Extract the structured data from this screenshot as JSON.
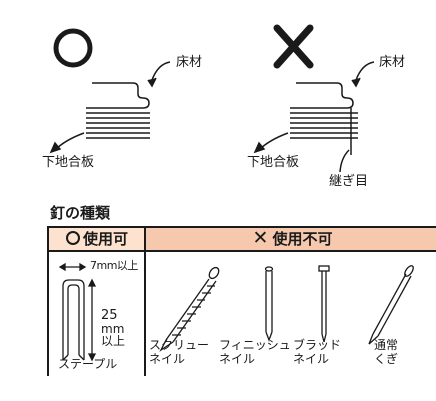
{
  "ok_diagram": {
    "mark": "circle",
    "floor_label": "床材",
    "subfloor_label": "下地合板"
  },
  "ng_diagram": {
    "mark": "cross",
    "floor_label": "床材",
    "subfloor_label": "下地合板",
    "seam_label": "継ぎ目"
  },
  "nail_section": {
    "title": "釘の種類",
    "ok_header": "使用可",
    "ng_header": "使用不可",
    "staple": {
      "crown_label": "7mm以上",
      "leg_value": "25",
      "leg_unit": "mm",
      "leg_suffix": "以上",
      "name": "ステープル"
    },
    "ng_nails": [
      {
        "line1": "スクリュー",
        "line2": "ネイル"
      },
      {
        "line1": "フィニッシュ",
        "line2": "ネイル"
      },
      {
        "line1": "ブラッド",
        "line2": "ネイル"
      },
      {
        "line1": "通常",
        "line2": "くぎ"
      }
    ]
  },
  "colors": {
    "line": "#1a1a1a",
    "ok_header_bg": "#fde3cf",
    "ng_header_bg": "#f6c9ae"
  }
}
